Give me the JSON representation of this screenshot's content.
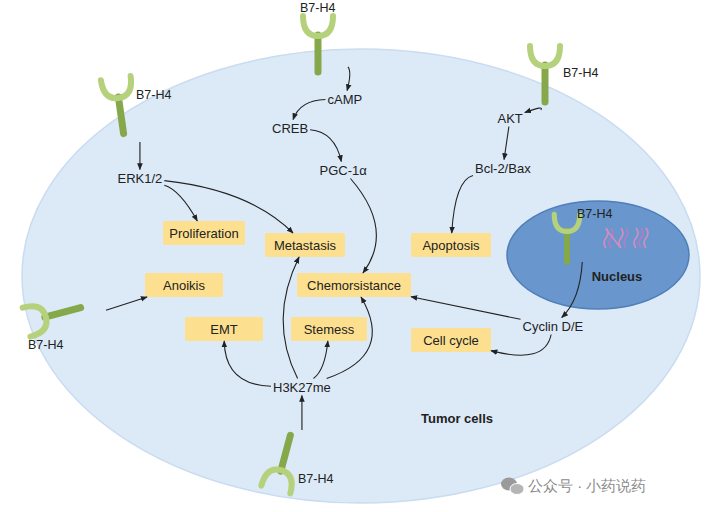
{
  "diagram": {
    "nodes": [
      {
        "text": [
          "Tumor cells"
        ]
      },
      {
        "text": [
          "B7-H4"
        ]
      },
      {
        "text": [
          "B7-H4"
        ]
      },
      {
        "text": [
          "B7-H4"
        ]
      },
      {
        "text": [
          "cAMP"
        ],
        "in": 0
      },
      {
        "text": [
          "AKT"
        ],
        "in": 0
      },
      {
        "text": [
          "CREB"
        ],
        "in": 0
      },
      {
        "text": [
          "Bcl-2/Bax"
        ],
        "in": 0
      },
      {
        "text": [
          "PGC-1α"
        ],
        "in": 0
      },
      {
        "text": [
          "ERK1/2"
        ],
        "in": 0
      },
      {
        "text": [
          "Proliferation"
        ],
        "in": 0
      },
      {
        "text": [
          "Metastasis"
        ],
        "in": 0
      },
      {
        "text": [
          "Apoptosis"
        ],
        "in": 0
      },
      {
        "text": [
          "Nucleus"
        ],
        "in": 0
      },
      {
        "text": [
          "B7-H4"
        ],
        "in": 13
      },
      {
        "text": [
          "Anoikis"
        ],
        "in": 0
      },
      {
        "text": [
          "Chemorsistance"
        ],
        "in": 0
      },
      {
        "text": [
          "B7-H4"
        ]
      },
      {
        "text": [
          "EMT"
        ],
        "in": 0
      },
      {
        "text": [
          "Stemess"
        ],
        "in": 0
      },
      {
        "text": [
          "Cyclin D/E"
        ],
        "in": 0
      },
      {
        "text": [
          "Cell cycle"
        ],
        "in": 0
      },
      {
        "text": [
          "H3K27me"
        ],
        "in": 0
      },
      {
        "text": [
          "B7-H4"
        ]
      }
    ],
    "edges": [
      {
        "from": 1,
        "to": 4,
        "arrow": "to"
      },
      {
        "from": 4,
        "to": 6,
        "arrow": "to"
      },
      {
        "from": 6,
        "to": 8,
        "arrow": "to"
      },
      {
        "from": 8,
        "to": 16,
        "arrow": "to"
      },
      {
        "from": 2,
        "to": 5,
        "arrow": "to"
      },
      {
        "from": 5,
        "to": 7,
        "arrow": "to"
      },
      {
        "from": 7,
        "to": 12,
        "arrow": "to"
      },
      {
        "from": 3,
        "to": 9,
        "arrow": "to"
      },
      {
        "from": 9,
        "to": 10,
        "arrow": "to"
      },
      {
        "from": 9,
        "to": 11,
        "arrow": "to"
      },
      {
        "from": 17,
        "to": 15,
        "arrow": "to"
      },
      {
        "from": 14,
        "to": 20,
        "arrow": "to"
      },
      {
        "from": 20,
        "to": 16,
        "arrow": "to"
      },
      {
        "from": 20,
        "to": 21,
        "arrow": "to"
      },
      {
        "from": 23,
        "to": 22,
        "arrow": "to"
      },
      {
        "from": 22,
        "to": 18,
        "arrow": "to"
      },
      {
        "from": 22,
        "to": 11,
        "arrow": "to"
      },
      {
        "from": 22,
        "to": 19,
        "arrow": "to"
      },
      {
        "from": 22,
        "to": 16,
        "arrow": "to"
      }
    ],
    "labels": [
      "公众号 · 小药说药"
    ]
  }
}
